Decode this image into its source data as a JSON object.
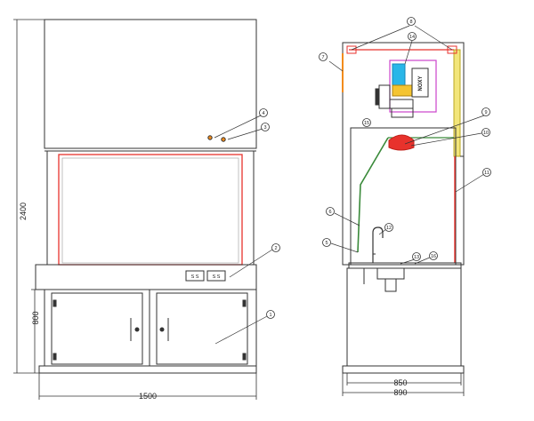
{
  "dimensions": {
    "front_height": "2400",
    "front_base_height": "800",
    "front_width": "1500",
    "side_inner_width": "850",
    "side_outer_width": "890"
  },
  "callouts": [
    "1",
    "2",
    "3",
    "4",
    "5",
    "6",
    "7",
    "8",
    "9",
    "10",
    "11",
    "12",
    "13",
    "14",
    "15",
    "16"
  ],
  "socket_label": "S S",
  "motor_label": "NOXY",
  "colors": {
    "line": "#333333",
    "sash_frame": "#e8322c",
    "baffle": "#3a8a3a",
    "fan_motor": "#29b6e8",
    "fan_housing": "#cc44cc",
    "blower_coil": "#f4c430",
    "light_bar": "#f28c1c",
    "side_duct": "#f2e57a",
    "lamp": "#e8322c"
  }
}
